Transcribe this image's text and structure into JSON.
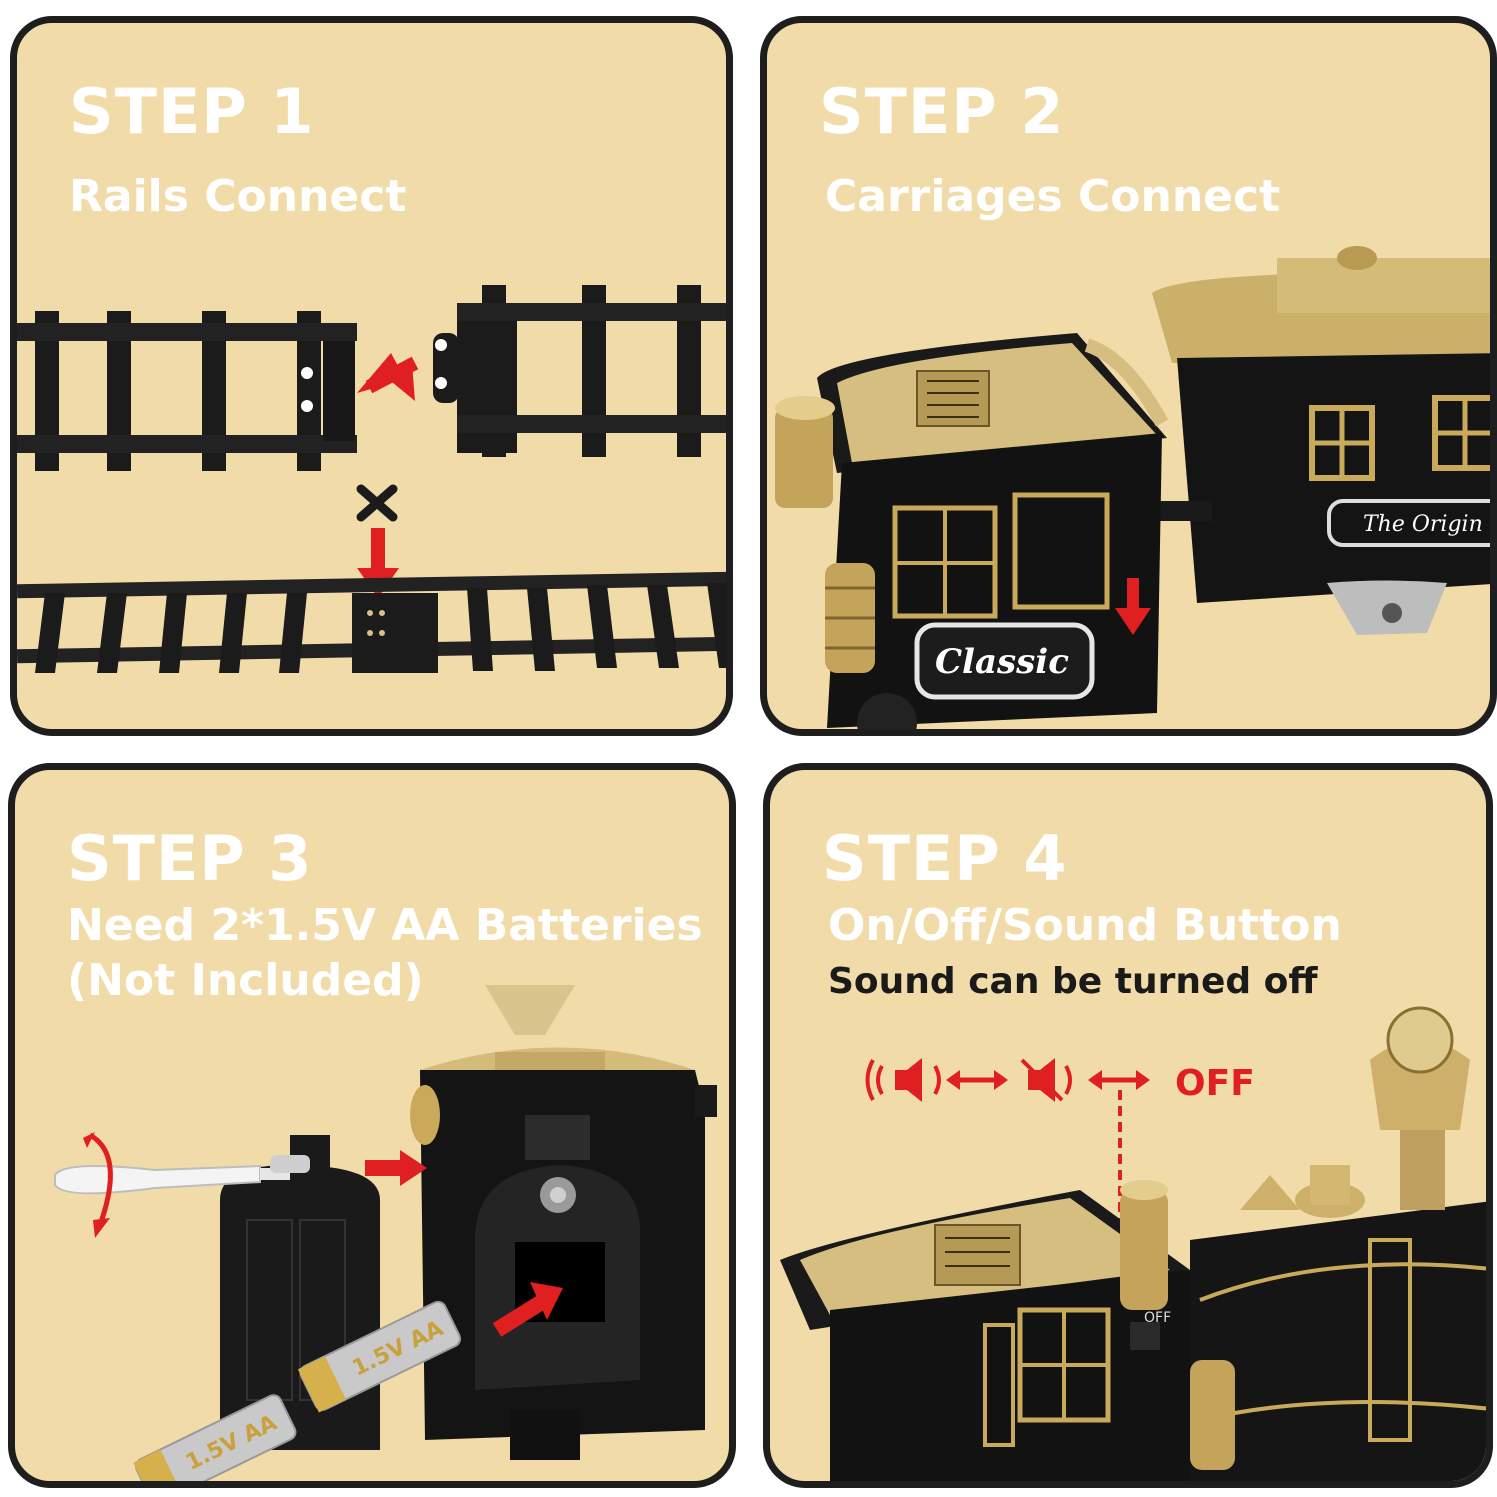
{
  "colors": {
    "panel_bg": "#f1dca9",
    "border": "#1e1e1e",
    "arrow": "#e02020",
    "gold": "#c9aa5a",
    "title": "#ffffff"
  },
  "steps": [
    {
      "title": "STEP 1",
      "subtitle": "Rails Connect"
    },
    {
      "title": "STEP 2",
      "subtitle": "Carriages Connect",
      "loco_label": "Classic",
      "carriage_label": "The Origin"
    },
    {
      "title": "STEP 3",
      "subtitle_line1": "Need 2*1.5V AA Batteries",
      "subtitle_line2": "(Not Included)",
      "battery_label": "1.5V AA"
    },
    {
      "title": "STEP 4",
      "subtitle": "On/Off/Sound Button",
      "note": "Sound can be turned off",
      "off_label": "OFF",
      "switch_label": "OFF"
    }
  ],
  "icons": [
    "track-icon",
    "red-arrow-icon",
    "x-mark-icon",
    "locomotive-icon",
    "carriage-icon",
    "screwdriver-icon",
    "rotate-icon",
    "battery-icon",
    "speaker-on-icon",
    "speaker-off-icon",
    "double-arrow-icon"
  ]
}
